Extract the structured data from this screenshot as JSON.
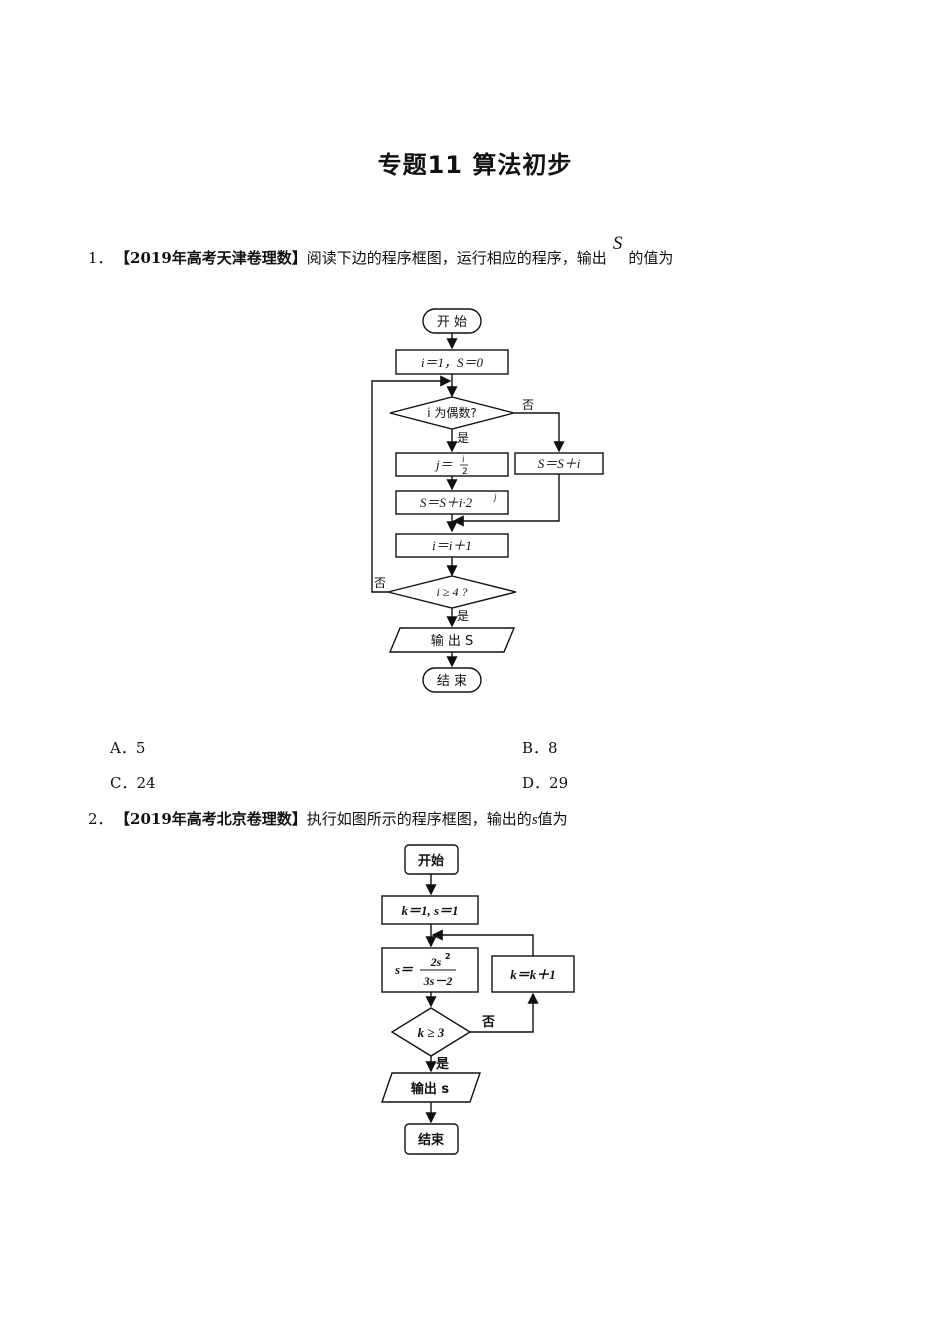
{
  "title": "专题11  算法初步",
  "q1": {
    "number": "1．",
    "source": "【2019年高考天津卷理数】",
    "text": "阅读下边的程序框图，运行相应的程序，输出",
    "var": "S",
    "tail": "的值为",
    "options": [
      {
        "label": "A．5"
      },
      {
        "label": "B．8"
      },
      {
        "label": "C．24"
      },
      {
        "label": "D．29"
      }
    ]
  },
  "flow1": {
    "start": "开 始",
    "init": "i＝1，S＝0",
    "cond_even": "i 为偶数?",
    "no": "否",
    "yes": "是",
    "j_assign": "j＝",
    "j_num": "i",
    "j_den": "2",
    "s_plus_i2j": "S＝S＋i·2",
    "s_exp": "j",
    "s_plus_i": "S＝S＋i",
    "i_incr": "i＝i＋1",
    "cond_ge4": "i ≥ 4 ?",
    "no2": "否",
    "yes2": "是",
    "output": "输 出 S",
    "end": "结 束"
  },
  "q2": {
    "number": "2．",
    "source": "【2019年高考北京卷理数】",
    "text": "执行如图所示的程序框图，输出的",
    "var": "s",
    "tail": "值为"
  },
  "flow2": {
    "start": "开始",
    "init": "k＝1, s＝1",
    "s_assign": "s＝",
    "s_num": "2s",
    "s_num_exp": "2",
    "s_den": "3s－2",
    "k_incr": "k＝k＋1",
    "cond": "k ≥ 3",
    "no": "否",
    "yes": "是",
    "output": "输出 s",
    "end": "结束"
  }
}
